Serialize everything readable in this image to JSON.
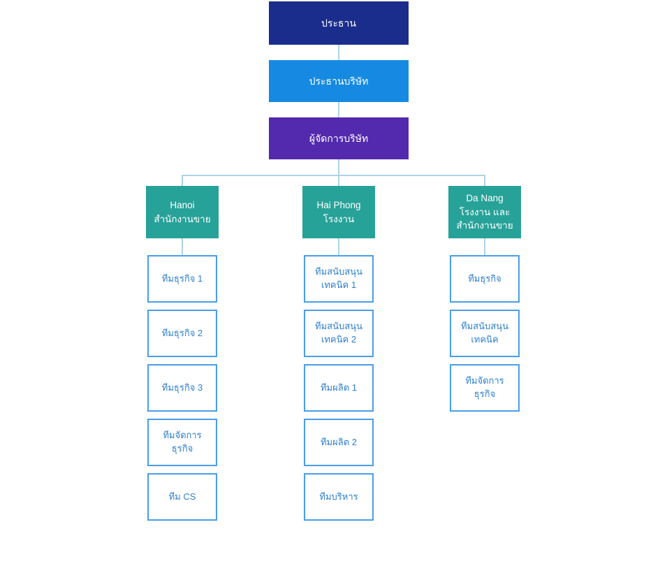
{
  "org_chart": {
    "levels": [
      {
        "label": "ประธาน"
      },
      {
        "label": "ประธานบริษัท"
      },
      {
        "label": "ผู้จัดการบริษัท"
      }
    ],
    "branches": [
      {
        "label": "Hanoi\nสำนักงานขาย",
        "children": [
          {
            "label": "ทีมธุรกิจ 1"
          },
          {
            "label": "ทีมธุรกิจ 2"
          },
          {
            "label": "ทีมธุรกิจ 3"
          },
          {
            "label": "ทีมจัดการ\nธุรกิจ"
          },
          {
            "label": "ทีม CS"
          }
        ]
      },
      {
        "label": "Hai Phong\nโรงงาน",
        "children": [
          {
            "label": "ทีมสนับสนุน\nเทคนิค 1"
          },
          {
            "label": "ทีมสนับสนุน\nเทคนิค 2"
          },
          {
            "label": "ทีมผลิต 1"
          },
          {
            "label": "ทีมผลิต 2"
          },
          {
            "label": "ทีมบริหาร"
          }
        ]
      },
      {
        "label": "Da Nang\nโรงงาน และ\nสำนักงานขาย",
        "children": [
          {
            "label": "ทีมธุรกิจ"
          },
          {
            "label": "ทีมสนับสนุน\nเทคนิค"
          },
          {
            "label": "ทีมจัดการ\nธุรกิจ"
          }
        ]
      }
    ],
    "colors": {
      "level1_bg": "#1a2d8c",
      "level2_bg": "#168ae2",
      "level3_bg": "#5329ae",
      "branch_bg": "#27a298",
      "connector": "#afd3e8",
      "child_border": "#4a9de8",
      "child_text": "#2e7fd0"
    }
  }
}
